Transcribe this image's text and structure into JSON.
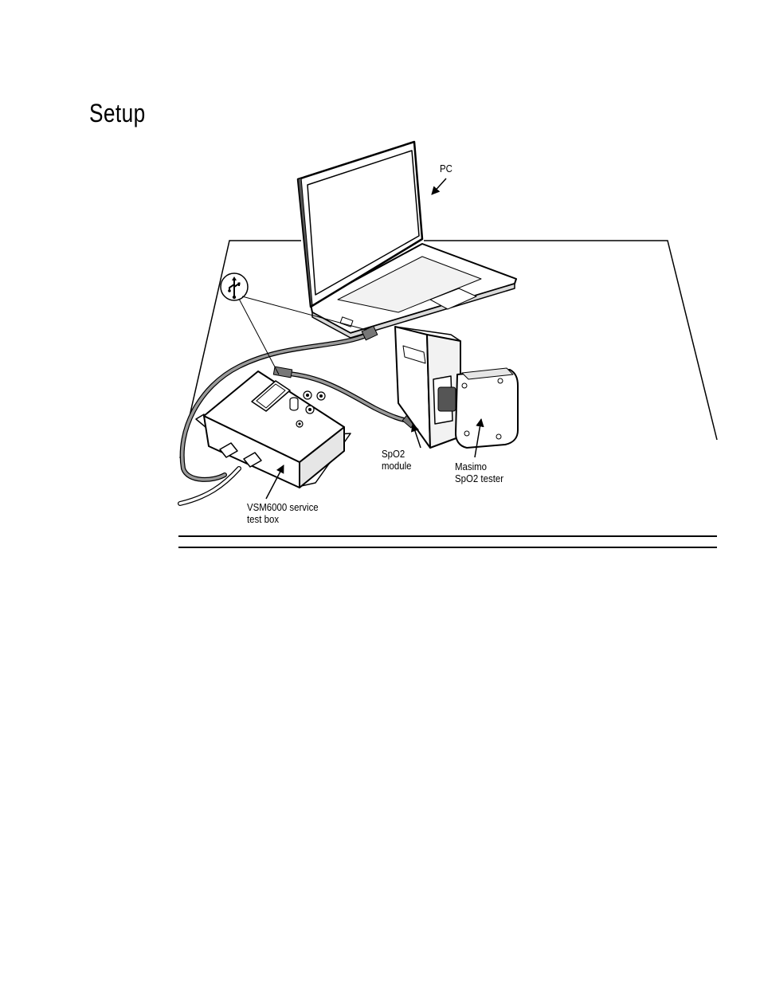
{
  "page": {
    "heading": "Setup"
  },
  "figure": {
    "labels": {
      "pc": "PC",
      "spo2_module": "SpO2\nmodule",
      "masimo_tester": "Masimo\nSpO2 tester",
      "test_box": "VSM6000 service\ntest box"
    },
    "usb_symbol": "usb-icon"
  }
}
